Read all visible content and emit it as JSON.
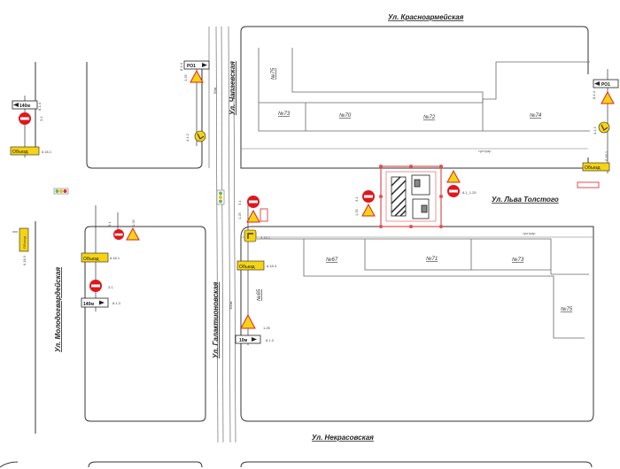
{
  "streets": {
    "krasnoarmeyskaya": "Ул. Красноармейская",
    "lva_tolstogo": "Ул. Льва Толстого",
    "nekrasovskaya": "Ул. Некрасовская",
    "molodogvardeyskaya": "Ул. Молодогвардейская",
    "chapaevskaya": "Ул. Чапаевская",
    "galaktionovskaya": "Ул. Галактионовская"
  },
  "buildings": {
    "n75_vert": "№75",
    "n73": "№73",
    "n70": "№70",
    "n72_top": "№72",
    "n74": "№74",
    "n67": "№67",
    "n71": "№71",
    "n73_bottom": "№73",
    "n75_bottom": "№75",
    "n65": "№65"
  },
  "sidewalk": {
    "top": "тротуар",
    "bottom": "тротуар"
  },
  "distances": {
    "chapaevskaya": "50м",
    "galaktionovskaya": "100м"
  },
  "signs": {
    "plate_top_center": "РО1",
    "code_top_center_plate": "8.1.4",
    "code_top_center_tri": "1.25",
    "code_top_center_circ": "4.1.2",
    "plate_left_top": "140м",
    "code_left_top_plate": "8.1.4",
    "code_left_no_entry": "3.1",
    "plate_left_detour": "Объезд",
    "code_left_detour": "6.18.1",
    "plate_right_top": "РО1",
    "code_right_plate": "8.1.4",
    "code_right_circ": "4.1.2",
    "plate_right_detour": "Объезд",
    "code_right_detour": "6.18.1",
    "code_work_right": "8.1_1.25",
    "code_work_left_a": "1.25",
    "code_work_left_b": "3.1",
    "code_corner_circ": "3.15.1",
    "code_galakt_top_a": "3.1",
    "code_galakt_top_b": "1.25",
    "plate_galakt_detour": "Объезд",
    "code_galakt_detour": "6.18.3",
    "code_galakt_tri": "1.25",
    "plate_galakt_dist": "10м",
    "code_galakt_dist": "8.1.3",
    "code_molod_top_a": "3.1",
    "code_molod_top_b": "1.25",
    "plate_molod_detour": "Объезд",
    "code_molod_detour": "6.18.1",
    "code_molod_no_entry": "3.1",
    "plate_molod_dist": "140м",
    "code_molod_dist": "8.1.3",
    "plate_molod_side": "Объезд",
    "code_molod_side": "6.18.3"
  },
  "colors": {
    "no_entry": "#e0161c",
    "warning_fill": "#f5d414",
    "detour_fill": "#f5d414",
    "fence": "#e05050",
    "light_green": "#6bb84a",
    "light_yellow": "#e8c020",
    "light_red": "#d83030",
    "line": "#333333"
  }
}
